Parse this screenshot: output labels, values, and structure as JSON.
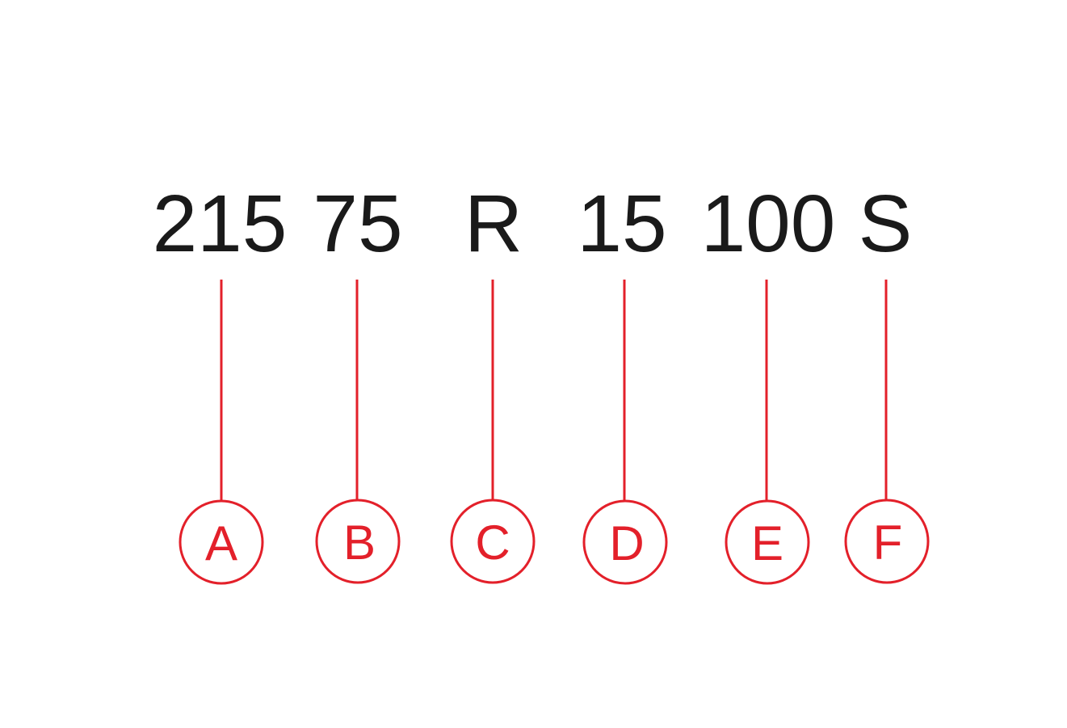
{
  "accent_color": "#e3202a",
  "text_color": "#1a1a1a",
  "segments": [
    {
      "code": "215",
      "letter": "A"
    },
    {
      "code": "75",
      "letter": "B"
    },
    {
      "code": "R",
      "letter": "C"
    },
    {
      "code": "15",
      "letter": "D"
    },
    {
      "code": "100",
      "letter": "E"
    },
    {
      "code": "S",
      "letter": "F"
    }
  ]
}
